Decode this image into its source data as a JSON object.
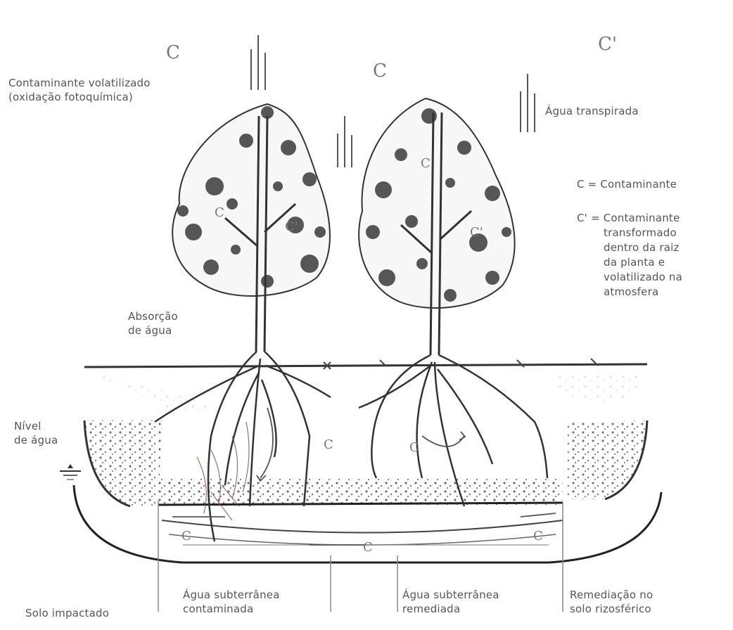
{
  "labels": {
    "volatilized": [
      "Contaminante volatilizado",
      "(oxidação fotoquímica)"
    ],
    "transpired_water": "Água transpirada",
    "legend_c": "C = Contaminante",
    "legend_c_prime": [
      "C' = Contaminante",
      "transformado",
      "dentro da raiz",
      "da planta e",
      "volatilizado na",
      "atmosfera"
    ],
    "water_absorption": [
      "Absorção",
      "de água"
    ],
    "water_level": [
      "Nível",
      "de água"
    ],
    "impacted_soil": "Solo impactado",
    "contaminated_groundwater": [
      "Água subterrânea",
      "contaminada"
    ],
    "remediated_groundwater": [
      "Água subterrânea",
      "remediada"
    ],
    "rhizosphere_remediation": [
      "Remediação no",
      "solo rizosférico"
    ]
  },
  "symbols": {
    "c": "C",
    "c_prime": "C'"
  }
}
